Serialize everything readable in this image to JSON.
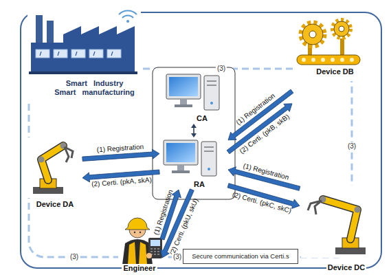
{
  "diagram": {
    "nodes": [
      {
        "text": [
          "Smart Industry Smart manufacturing"
        ]
      },
      {
        "text": [
          "Device DB"
        ]
      },
      {
        "text": [
          "CA"
        ]
      },
      {
        "text": [
          "RA"
        ]
      },
      {
        "text": [
          "Device DA"
        ]
      },
      {
        "text": [
          "Device DC"
        ]
      },
      {
        "text": [
          "Engineer"
        ]
      },
      {
        "text": [
          "Secure communication via Certi.s"
        ]
      }
    ],
    "edges": [
      {
        "from": 2,
        "to": 3,
        "arrow": "both"
      },
      {
        "from": 1,
        "to": 3,
        "label": "(1) Registration",
        "arrow": "to"
      },
      {
        "from": 3,
        "to": 1,
        "label": "(2) Certi. (pkB, skB)",
        "arrow": "to"
      },
      {
        "from": 4,
        "to": 3,
        "label": "(1) Registration",
        "arrow": "to"
      },
      {
        "from": 3,
        "to": 4,
        "label": "(2) Certi. (pkA, skA)",
        "arrow": "to"
      },
      {
        "from": 5,
        "to": 3,
        "label": "(1) Registration",
        "arrow": "to"
      },
      {
        "from": 3,
        "to": 5,
        "label": "(2) Certi. (pkC, skC)",
        "arrow": "to"
      },
      {
        "from": 6,
        "to": 3,
        "label": "(1) Registration",
        "arrow": "to"
      },
      {
        "from": 3,
        "to": 6,
        "label": "(2) Certi. (pkU, skU)",
        "arrow": "to"
      }
    ],
    "labels": [
      "(3)",
      "(3)",
      "(3)",
      "(3)"
    ]
  }
}
